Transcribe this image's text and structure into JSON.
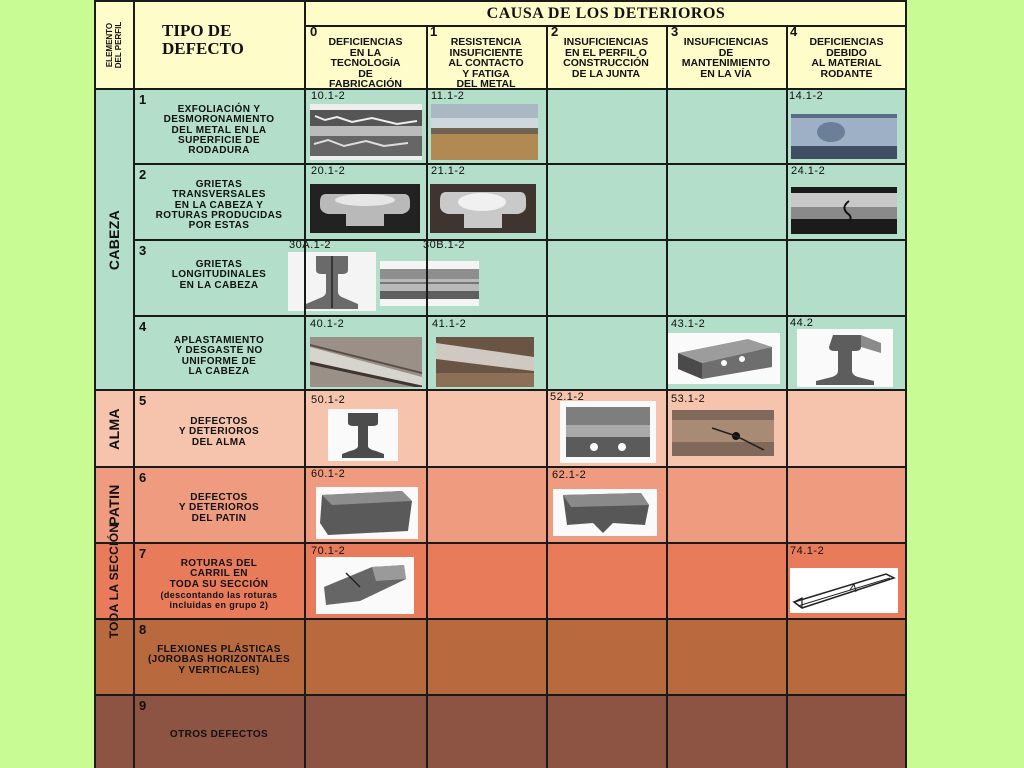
{
  "header": {
    "elemento_label_line1": "ELEMENTO",
    "elemento_label_line2": "DEL PERFIL",
    "tipo_title_line1": "TIPO DE",
    "tipo_title_line2": "DEFECTO",
    "causa_title": "CAUSA DE LOS DETERIOROS"
  },
  "causes": [
    {
      "num": "0",
      "lines": [
        "DEFICIENCIAS",
        "EN LA",
        "TECNOLOGÍA",
        "DE",
        "FABRICACIÓN"
      ]
    },
    {
      "num": "1",
      "lines": [
        "RESISTENCIA",
        "INSUFICIENTE",
        "AL CONTACTO",
        "Y FATIGA",
        "DEL METAL"
      ]
    },
    {
      "num": "2",
      "lines": [
        "INSUFICIENCIAS",
        "EN EL PERFIL O",
        "CONSTRUCCIÓN",
        "DE LA JUNTA"
      ]
    },
    {
      "num": "3",
      "lines": [
        "INSUFICIENCIAS",
        "DE",
        "MANTENIMIENTO",
        "EN LA VÍA"
      ]
    },
    {
      "num": "4",
      "lines": [
        "DEFICIENCIAS",
        "DEBIDO",
        "AL MATERIAL",
        "RODANTE"
      ]
    }
  ],
  "elements": {
    "cabeza": "CABEZA",
    "alma": "ALMA",
    "patin": "PATIN",
    "toda": "TODA LA SECCIÓN"
  },
  "defects": [
    {
      "num": "1",
      "lines": [
        "EXFOLIACIÓN Y",
        "DESMORONAMIENTO",
        "DEL METAL EN LA",
        "SUPERFICIE DE",
        "RODADURA"
      ]
    },
    {
      "num": "2",
      "lines": [
        "GRIETAS",
        "TRANSVERSALES",
        "EN LA CABEZA Y",
        "ROTURAS PRODUCIDAS",
        "POR ESTAS"
      ]
    },
    {
      "num": "3",
      "lines": [
        "GRIETAS",
        "LONGITUDINALES",
        "EN LA CABEZA"
      ]
    },
    {
      "num": "4",
      "lines": [
        "APLASTAMIENTO",
        "Y DESGASTE NO",
        "UNIFORME DE",
        "LA CABEZA"
      ]
    },
    {
      "num": "5",
      "lines": [
        "DEFECTOS",
        "Y DETERIOROS",
        "DEL ALMA"
      ]
    },
    {
      "num": "6",
      "lines": [
        "DEFECTOS",
        "Y DETERIOROS",
        "DEL PATIN"
      ]
    },
    {
      "num": "7",
      "lines": [
        "ROTURAS DEL",
        "CARRIL EN",
        "TODA SU SECCIÓN"
      ],
      "sub": [
        "(descontando las roturas",
        "incluidas en grupo 2)"
      ]
    },
    {
      "num": "8",
      "lines": [
        "FLEXIONES PLÁSTICAS",
        "(JOROBAS HORIZONTALES",
        "Y VERTICALES)"
      ]
    },
    {
      "num": "9",
      "lines": [
        "OTROS DEFECTOS"
      ]
    }
  ],
  "codes": {
    "c10": "10.1-2",
    "c11": "11.1-2",
    "c14": "14.1-2",
    "c20": "20.1-2",
    "c21": "21.1-2",
    "c24": "24.1-2",
    "c30a": "30A.1-2",
    "c30b": "30B.1-2",
    "c40": "40.1-2",
    "c41": "41.1-2",
    "c43": "43.1-2",
    "c44": "44.2",
    "c50": "50.1-2",
    "c52": "52.1-2",
    "c53": "53.1-2",
    "c60": "60.1-2",
    "c62": "62.1-2",
    "c70": "70.1-2",
    "c74": "74.1-2"
  },
  "colors": {
    "background": "#c9fb95",
    "header": "#fefdc9",
    "cabeza": "#b3dec9",
    "alma": "#f6c4ad",
    "patin": "#ef9b7f",
    "toda": "#e87b5a",
    "row8": "#b8693d",
    "row9": "#8d5444"
  }
}
